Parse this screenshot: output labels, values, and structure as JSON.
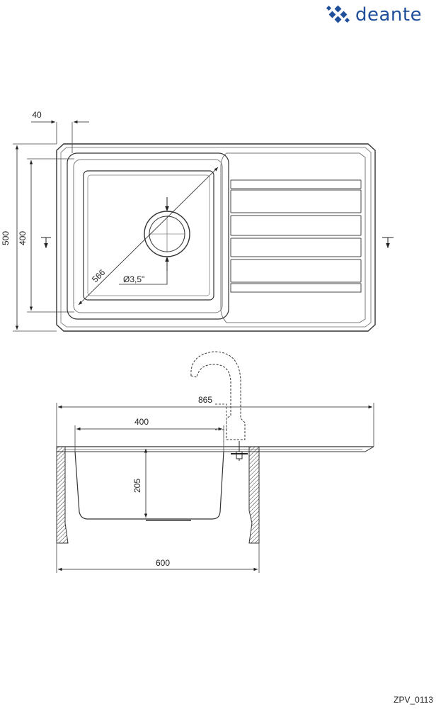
{
  "brand": {
    "name": "deante",
    "color": "#1f4e9a"
  },
  "drawing_code": "ZPV_0113",
  "top_view": {
    "dim_rim_offset": "40",
    "dim_total_depth": "500",
    "dim_bowl_depth": "400",
    "dim_bowl_diagonal": "566",
    "dim_drain": "Ø3,5\""
  },
  "side_view": {
    "dim_total_width": "865",
    "dim_bowl_width": "400",
    "dim_bowl_height": "205",
    "dim_cabinet_width": "600"
  }
}
